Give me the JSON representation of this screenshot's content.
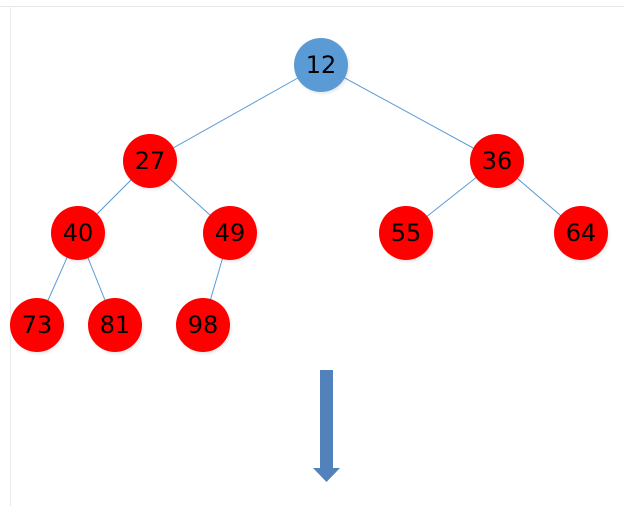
{
  "diagram": {
    "colors": {
      "root_fill": "#5b9bd5",
      "node_fill": "#ff0000",
      "edge": "#5b9bd5",
      "arrow": "#5182bc"
    },
    "nodes": [
      {
        "id": "n12",
        "label": "12",
        "kind": "root"
      },
      {
        "id": "n27",
        "label": "27",
        "kind": "node"
      },
      {
        "id": "n36",
        "label": "36",
        "kind": "node"
      },
      {
        "id": "n40",
        "label": "40",
        "kind": "node"
      },
      {
        "id": "n49",
        "label": "49",
        "kind": "node"
      },
      {
        "id": "n55",
        "label": "55",
        "kind": "node"
      },
      {
        "id": "n64",
        "label": "64",
        "kind": "node"
      },
      {
        "id": "n73",
        "label": "73",
        "kind": "node"
      },
      {
        "id": "n81",
        "label": "81",
        "kind": "node"
      },
      {
        "id": "n98",
        "label": "98",
        "kind": "node"
      }
    ],
    "edges": [
      {
        "from": "n12",
        "to": "n27"
      },
      {
        "from": "n12",
        "to": "n36"
      },
      {
        "from": "n27",
        "to": "n40"
      },
      {
        "from": "n27",
        "to": "n49"
      },
      {
        "from": "n36",
        "to": "n55"
      },
      {
        "from": "n36",
        "to": "n64"
      },
      {
        "from": "n40",
        "to": "n73"
      },
      {
        "from": "n40",
        "to": "n81"
      },
      {
        "from": "n49",
        "to": "n98"
      }
    ],
    "arrow": {
      "direction": "down"
    }
  }
}
